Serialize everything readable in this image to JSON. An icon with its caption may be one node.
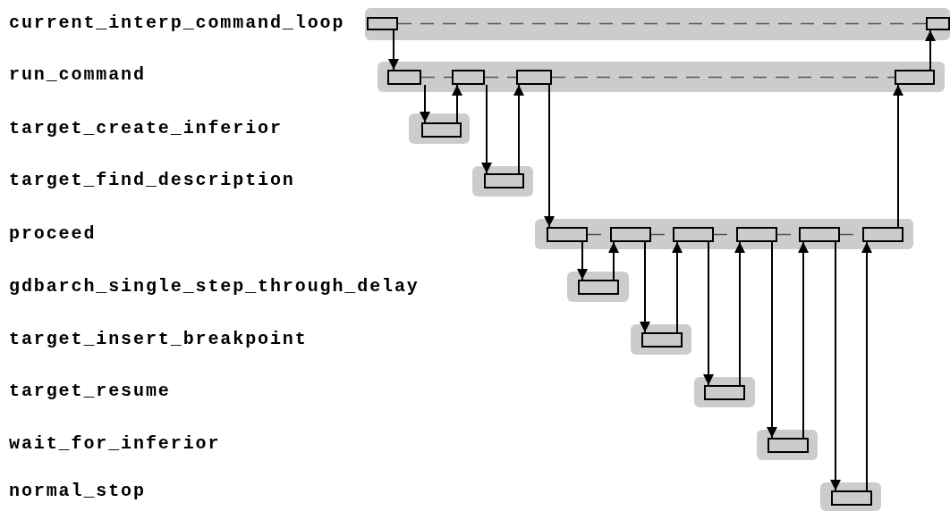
{
  "diagram": {
    "nodes": [
      {
        "text": [],
        "shape": "band"
      },
      {
        "text": [],
        "shape": "box",
        "in": 0
      },
      {
        "text": [],
        "shape": "box",
        "in": 0
      },
      {
        "text": [],
        "shape": "band"
      },
      {
        "text": [],
        "shape": "box",
        "in": 3
      },
      {
        "text": [],
        "shape": "box",
        "in": 3
      },
      {
        "text": [],
        "shape": "box",
        "in": 3
      },
      {
        "text": [],
        "shape": "box",
        "in": 3
      },
      {
        "text": [],
        "shape": "band"
      },
      {
        "text": [],
        "shape": "box",
        "in": 8
      },
      {
        "text": [],
        "shape": "band"
      },
      {
        "text": [],
        "shape": "box",
        "in": 10
      },
      {
        "text": [],
        "shape": "band"
      },
      {
        "text": [],
        "shape": "box",
        "in": 12
      },
      {
        "text": [],
        "shape": "box",
        "in": 12
      },
      {
        "text": [],
        "shape": "box",
        "in": 12
      },
      {
        "text": [],
        "shape": "box",
        "in": 12
      },
      {
        "text": [],
        "shape": "box",
        "in": 12
      },
      {
        "text": [],
        "shape": "box",
        "in": 12
      },
      {
        "text": [],
        "shape": "band"
      },
      {
        "text": [],
        "shape": "box",
        "in": 19
      },
      {
        "text": [],
        "shape": "band"
      },
      {
        "text": [],
        "shape": "box",
        "in": 21
      },
      {
        "text": [],
        "shape": "band"
      },
      {
        "text": [],
        "shape": "box",
        "in": 23
      },
      {
        "text": [],
        "shape": "band"
      },
      {
        "text": [],
        "shape": "box",
        "in": 25
      },
      {
        "text": [],
        "shape": "band"
      },
      {
        "text": [],
        "shape": "box",
        "in": 27
      }
    ],
    "edges": [
      {
        "from": 1,
        "to": 2,
        "arrow": "none",
        "style": "dashed"
      },
      {
        "from": 4,
        "to": 5,
        "arrow": "none",
        "style": "dashed"
      },
      {
        "from": 5,
        "to": 6,
        "arrow": "none",
        "style": "dashed"
      },
      {
        "from": 6,
        "to": 7,
        "arrow": "none",
        "style": "dashed"
      },
      {
        "from": 13,
        "to": 14,
        "arrow": "none",
        "style": "dashed"
      },
      {
        "from": 14,
        "to": 15,
        "arrow": "none",
        "style": "dashed"
      },
      {
        "from": 15,
        "to": 16,
        "arrow": "none",
        "style": "dashed"
      },
      {
        "from": 16,
        "to": 17,
        "arrow": "none",
        "style": "dashed"
      },
      {
        "from": 17,
        "to": 18,
        "arrow": "none",
        "style": "dashed"
      },
      {
        "from": 1,
        "to": 4,
        "arrow": "to"
      },
      {
        "from": 4,
        "to": 9,
        "arrow": "to"
      },
      {
        "from": 9,
        "to": 5,
        "arrow": "to"
      },
      {
        "from": 5,
        "to": 11,
        "arrow": "to"
      },
      {
        "from": 11,
        "to": 6,
        "arrow": "to"
      },
      {
        "from": 6,
        "to": 13,
        "arrow": "to"
      },
      {
        "from": 13,
        "to": 20,
        "arrow": "to"
      },
      {
        "from": 20,
        "to": 14,
        "arrow": "to"
      },
      {
        "from": 14,
        "to": 22,
        "arrow": "to"
      },
      {
        "from": 22,
        "to": 15,
        "arrow": "to"
      },
      {
        "from": 15,
        "to": 24,
        "arrow": "to"
      },
      {
        "from": 24,
        "to": 16,
        "arrow": "to"
      },
      {
        "from": 16,
        "to": 26,
        "arrow": "to"
      },
      {
        "from": 26,
        "to": 17,
        "arrow": "to"
      },
      {
        "from": 17,
        "to": 28,
        "arrow": "to"
      },
      {
        "from": 28,
        "to": 18,
        "arrow": "to"
      },
      {
        "from": 18,
        "to": 7,
        "arrow": "to"
      },
      {
        "from": 7,
        "to": 2,
        "arrow": "to"
      }
    ],
    "labels": [
      "current_interp_command_loop",
      "run_command",
      "target_create_inferior",
      "target_find_description",
      "proceed",
      "gdbarch_single_step_through_delay",
      "target_insert_breakpoint",
      "target_resume",
      "wait_for_inferior",
      "normal_stop"
    ]
  }
}
